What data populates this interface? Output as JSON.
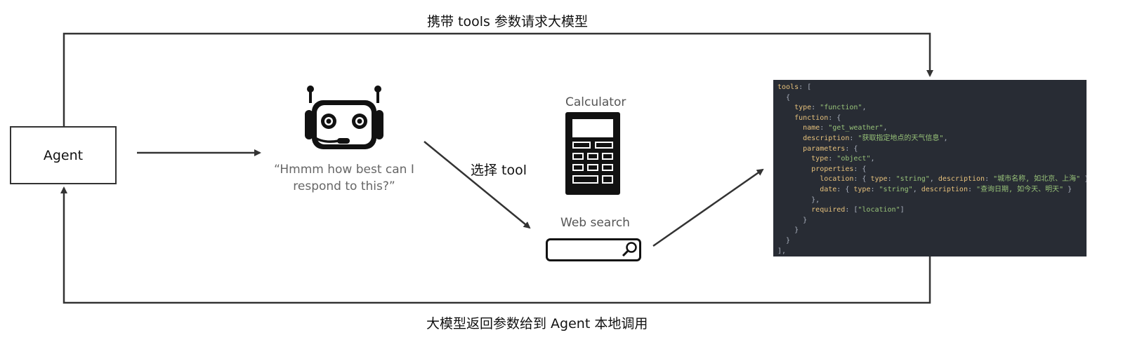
{
  "top_caption": "携带 tools 参数请求大模型",
  "bottom_caption": "大模型返回参数给到 Agent 本地调用",
  "agent": {
    "label": "Agent"
  },
  "llm": {
    "icon": "robot-icon",
    "thought": "“Hmmm how best can I\nrespond to this?”"
  },
  "select_label": "选择 tool",
  "tools": {
    "calculator": {
      "label": "Calculator",
      "icon": "calculator-icon"
    },
    "web_search": {
      "label": "Web search",
      "icon": "search-bar-icon"
    }
  },
  "code": {
    "lines": [
      [
        {
          "t": "key",
          "v": "tools"
        },
        {
          "t": "punc",
          "v": ": ["
        }
      ],
      [
        {
          "t": "punc",
          "v": "  {"
        }
      ],
      [
        {
          "t": "key",
          "v": "    type"
        },
        {
          "t": "punc",
          "v": ": "
        },
        {
          "t": "str",
          "v": "\"function\""
        },
        {
          "t": "punc",
          "v": ","
        }
      ],
      [
        {
          "t": "key",
          "v": "    function"
        },
        {
          "t": "punc",
          "v": ": {"
        }
      ],
      [
        {
          "t": "key",
          "v": "      name"
        },
        {
          "t": "punc",
          "v": ": "
        },
        {
          "t": "str",
          "v": "\"get_weather\""
        },
        {
          "t": "punc",
          "v": ","
        }
      ],
      [
        {
          "t": "key",
          "v": "      description"
        },
        {
          "t": "punc",
          "v": ": "
        },
        {
          "t": "str",
          "v": "\"获取指定地点的天气信息\""
        },
        {
          "t": "punc",
          "v": ","
        }
      ],
      [
        {
          "t": "key",
          "v": "      parameters"
        },
        {
          "t": "punc",
          "v": ": {"
        }
      ],
      [
        {
          "t": "key",
          "v": "        type"
        },
        {
          "t": "punc",
          "v": ": "
        },
        {
          "t": "str",
          "v": "\"object\""
        },
        {
          "t": "punc",
          "v": ","
        }
      ],
      [
        {
          "t": "key",
          "v": "        properties"
        },
        {
          "t": "punc",
          "v": ": {"
        }
      ],
      [
        {
          "t": "key",
          "v": "          location"
        },
        {
          "t": "punc",
          "v": ": { "
        },
        {
          "t": "key",
          "v": "type"
        },
        {
          "t": "punc",
          "v": ": "
        },
        {
          "t": "str",
          "v": "\"string\""
        },
        {
          "t": "punc",
          "v": ", "
        },
        {
          "t": "key",
          "v": "description"
        },
        {
          "t": "punc",
          "v": ": "
        },
        {
          "t": "str",
          "v": "\"城市名称, 如北京、上海\""
        },
        {
          "t": "punc",
          "v": " },"
        }
      ],
      [
        {
          "t": "key",
          "v": "          date"
        },
        {
          "t": "punc",
          "v": ": { "
        },
        {
          "t": "key",
          "v": "type"
        },
        {
          "t": "punc",
          "v": ": "
        },
        {
          "t": "str",
          "v": "\"string\""
        },
        {
          "t": "punc",
          "v": ", "
        },
        {
          "t": "key",
          "v": "description"
        },
        {
          "t": "punc",
          "v": ": "
        },
        {
          "t": "str",
          "v": "\"查询日期, 如今天、明天\""
        },
        {
          "t": "punc",
          "v": " }"
        }
      ],
      [
        {
          "t": "punc",
          "v": "        },"
        }
      ],
      [
        {
          "t": "key",
          "v": "        required"
        },
        {
          "t": "punc",
          "v": ": ["
        },
        {
          "t": "str",
          "v": "\"location\""
        },
        {
          "t": "punc",
          "v": "]"
        }
      ],
      [
        {
          "t": "punc",
          "v": "      }"
        }
      ],
      [
        {
          "t": "punc",
          "v": "    }"
        }
      ],
      [
        {
          "t": "punc",
          "v": "  }"
        }
      ],
      [
        {
          "t": "punc",
          "v": "],"
        }
      ]
    ]
  },
  "colors": {
    "line": "#333333",
    "code_bg": "#282c34",
    "code_key": "#e5c07b",
    "code_string": "#98c379",
    "code_punct": "#abb2bf"
  }
}
